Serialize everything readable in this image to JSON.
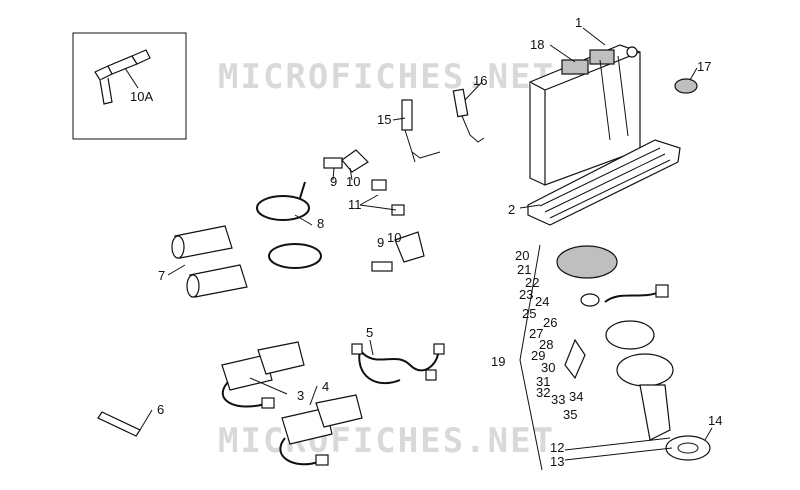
{
  "watermark": {
    "text": "MICROFICHES.NET"
  },
  "labels": {
    "l1": "1",
    "l2": "2",
    "l3": "3",
    "l4": "4",
    "l5": "5",
    "l6": "6",
    "l7": "7",
    "l8": "8",
    "l9a": "9",
    "l9b": "9",
    "l10": "10",
    "l10b": "10",
    "l10A": "10A",
    "l11": "11",
    "l12": "12",
    "l13": "13",
    "l14": "14",
    "l15": "15",
    "l16": "16",
    "l17": "17",
    "l18": "18",
    "l19": "19",
    "l20": "20",
    "l21": "21",
    "l22": "22",
    "l23": "23",
    "l24": "24",
    "l25": "25",
    "l26": "26",
    "l27": "27",
    "l28": "28",
    "l29": "29",
    "l30": "30",
    "l31": "31",
    "l32": "32",
    "l33": "33",
    "l34": "34",
    "l35": "35"
  }
}
